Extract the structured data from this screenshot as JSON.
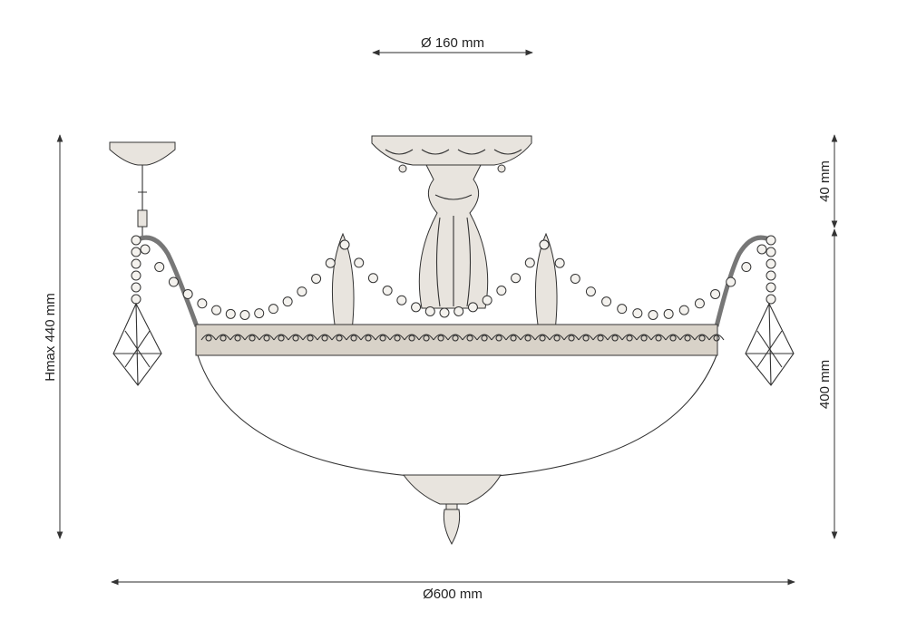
{
  "dimensions": {
    "canopy_diameter": "Ø 160 mm",
    "total_height": "Hmax 440 mm",
    "canopy_height": "40 mm",
    "body_height": "400 mm",
    "overall_diameter": "Ø600 mm"
  }
}
